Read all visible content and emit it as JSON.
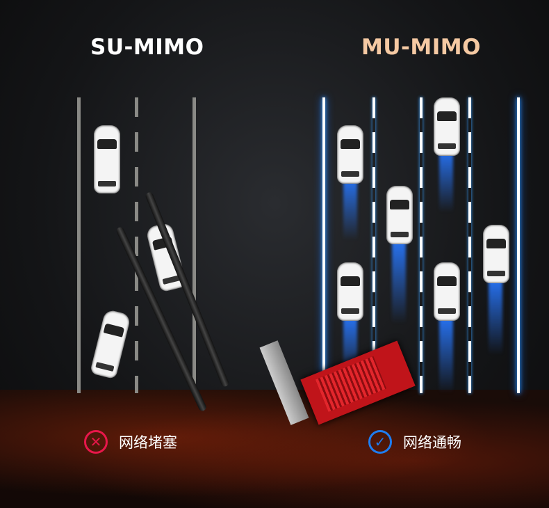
{
  "left": {
    "title": "SU-MIMO",
    "status": "网络堵塞",
    "status_icon": "cross-circle-icon",
    "icon_color": "#e8174a"
  },
  "right": {
    "title": "MU-MIMO",
    "status": "网络通畅",
    "status_icon": "check-circle-icon",
    "icon_color": "#1e7df0"
  }
}
